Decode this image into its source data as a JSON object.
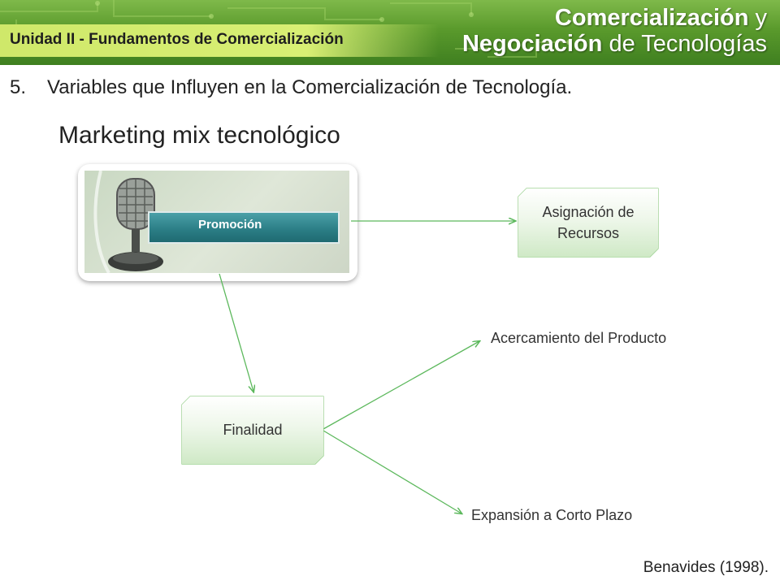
{
  "header": {
    "unit_title": "Unidad II - Fundamentos  de Comercialización",
    "brand_line1_bold": "Comercialización",
    "brand_line1_thin": "y",
    "brand_line2_bold": "Negociación",
    "brand_line2_thin": "de Tecnologías",
    "color_primary": "#5a9a2c",
    "color_accent": "#d8ef74"
  },
  "slide": {
    "subtitle_number": "5.",
    "subtitle_text": "Variables que Influyen en la Comercialización de Tecnología.",
    "section_title": "Marketing mix tecnológico",
    "citation": "Benavides (1998)."
  },
  "diagram": {
    "image_label": "Promoción",
    "image_icon": "microphone-icon",
    "nodes": {
      "asignacion_line1": "Asignación de",
      "asignacion_line2": "Recursos",
      "finalidad": "Finalidad"
    },
    "outcomes": {
      "acercamiento": "Acercamiento del Producto",
      "expansion": "Expansión a Corto Plazo"
    },
    "arrow_color": "#5cb85c",
    "node_border_color": "#8cc97f"
  }
}
